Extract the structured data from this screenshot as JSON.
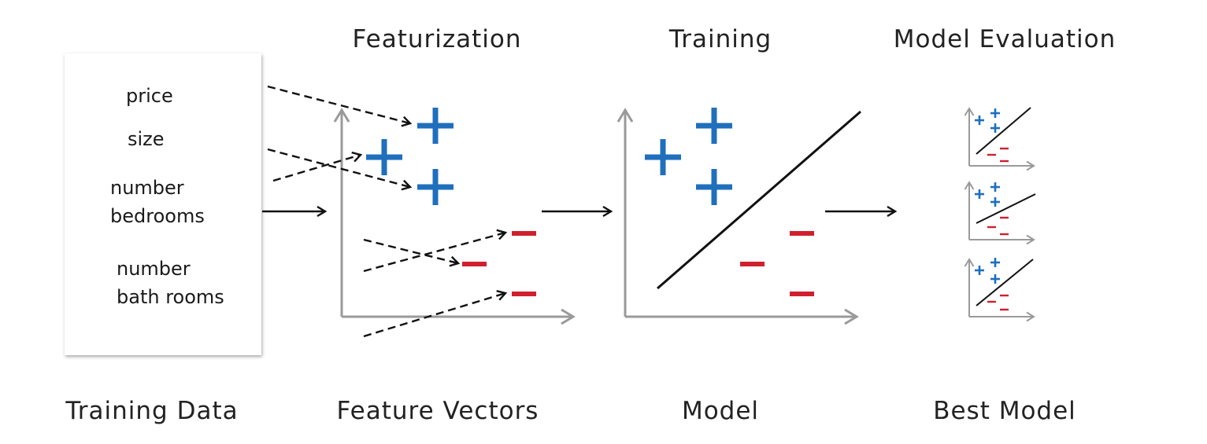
{
  "stages": {
    "featurization": "Featurization",
    "training": "Training",
    "model_evaluation": "Model Evaluation"
  },
  "captions": {
    "training_data": "Training Data",
    "feature_vectors": "Feature Vectors",
    "model": "Model",
    "best_model": "Best Model"
  },
  "training_data": {
    "fields": [
      {
        "line1": "price"
      },
      {
        "line1": "size"
      },
      {
        "line1": "number",
        "line2": "bedrooms"
      },
      {
        "line1": "number",
        "line2": "bath rooms"
      }
    ]
  },
  "symbols": {
    "plus": "+",
    "minus": "−"
  },
  "colors": {
    "positive": "#1f6fbd",
    "negative": "#d0202e",
    "axis": "#9a9a9a",
    "arrow": "#111111",
    "text": "#222222"
  }
}
